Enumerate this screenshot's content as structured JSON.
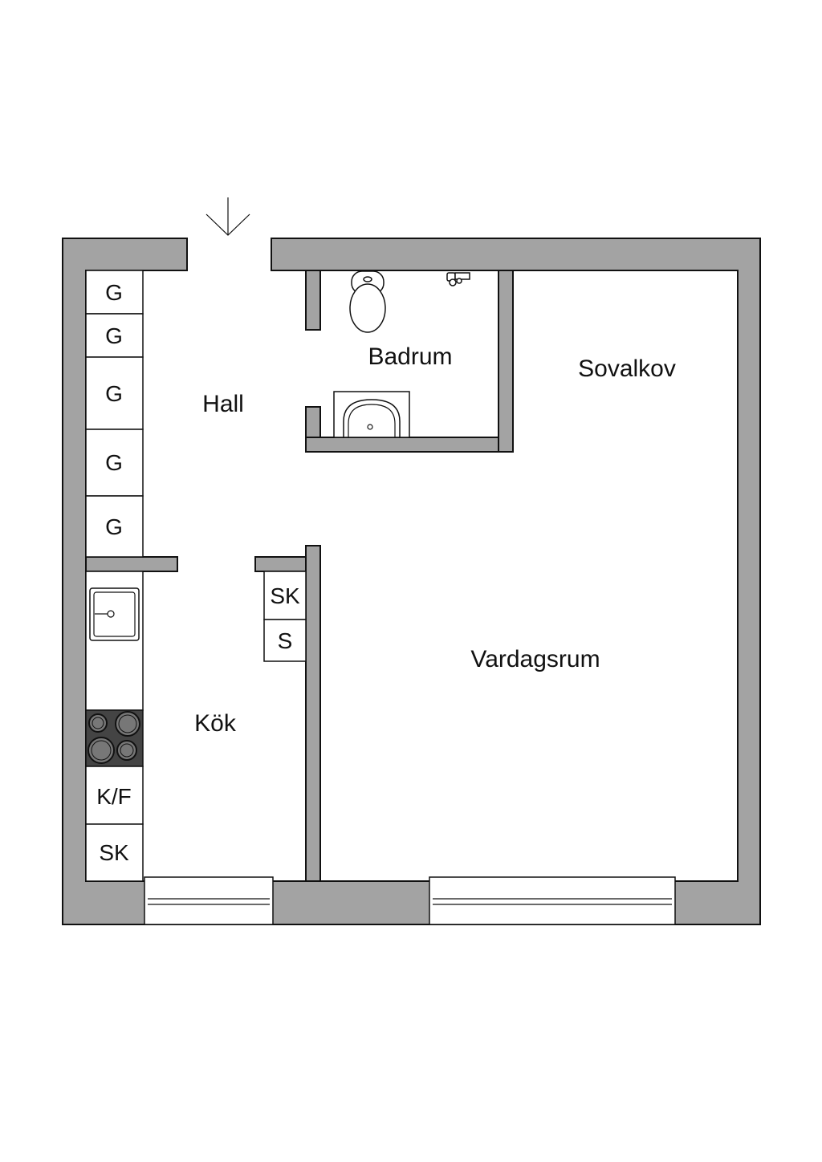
{
  "rooms": {
    "hall": "Hall",
    "badrum": "Badrum",
    "sovalkov": "Sovalkov",
    "vardagsrum": "Vardagsrum",
    "kok": "Kök"
  },
  "cabinets": {
    "wardrobes": [
      "G",
      "G",
      "G",
      "G",
      "G"
    ],
    "kitchen_storage": "SK",
    "kitchen_fridge": "K/F",
    "hall_storage": "SK",
    "hall_s": "S"
  },
  "colors": {
    "wall": "#a3a3a3",
    "line": "#111111",
    "stove": "#444444"
  }
}
